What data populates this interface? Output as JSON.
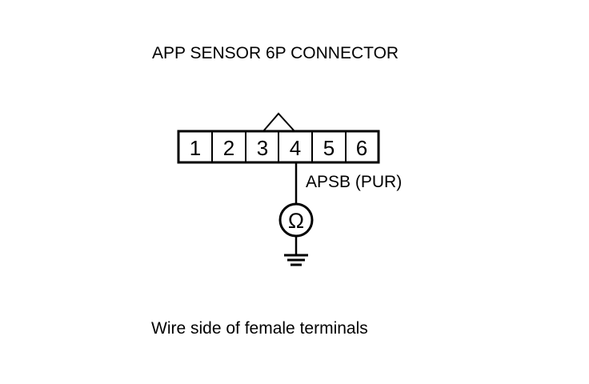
{
  "title": "APP SENSOR 6P CONNECTOR",
  "connector": {
    "pins": [
      "1",
      "2",
      "3",
      "4",
      "5",
      "6"
    ]
  },
  "wire_label": "APSB (PUR)",
  "meter_symbol": "Ω",
  "caption": "Wire side of female terminals"
}
